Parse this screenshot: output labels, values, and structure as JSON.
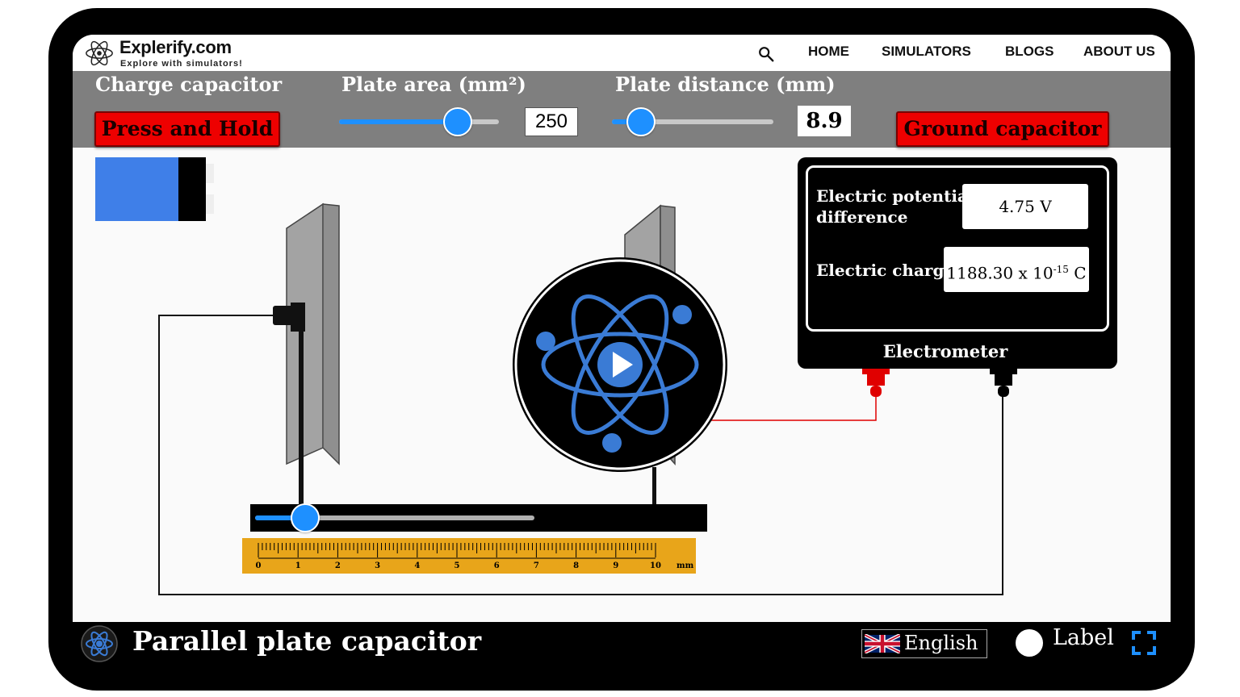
{
  "brand": {
    "name": "Explerify.com",
    "tagline": "Explore with simulators!"
  },
  "nav": {
    "items": [
      "HOME",
      "SIMULATORS",
      "BLOGS",
      "ABOUT US"
    ]
  },
  "controls": {
    "charge_label": "Charge capacitor",
    "charge_button": "Press and Hold",
    "area_label": "Plate area (mm²)",
    "area_value": "250",
    "area_fraction": 0.74,
    "distance_label": "Plate distance (mm)",
    "distance_value": "8.9",
    "distance_fraction": 0.18,
    "ground_button": "Ground capacitor"
  },
  "electrometer": {
    "potential_label_1": "Electric potential",
    "potential_label_2": "difference",
    "potential_value": "4.75",
    "potential_unit": "V",
    "charge_label": "Electric charge",
    "charge_value": "1188.30 x 10",
    "charge_exp": "-15",
    "charge_unit": "C",
    "title": "Electrometer"
  },
  "ruler": {
    "ticks": [
      "0",
      "1",
      "2",
      "3",
      "4",
      "5",
      "6",
      "7",
      "8",
      "9",
      "10"
    ],
    "unit": "mm"
  },
  "position_slider_fraction": 0.18,
  "footer": {
    "title": "Parallel plate capacitor",
    "language": "English",
    "label_toggle": "Label"
  },
  "colors": {
    "accent": "#1e90ff",
    "button": "#ee0000",
    "toolbar": "#7f7f7f",
    "ruler": "#e8a51a",
    "atom": "#3a7bd5",
    "wire_red": "#e00000"
  }
}
